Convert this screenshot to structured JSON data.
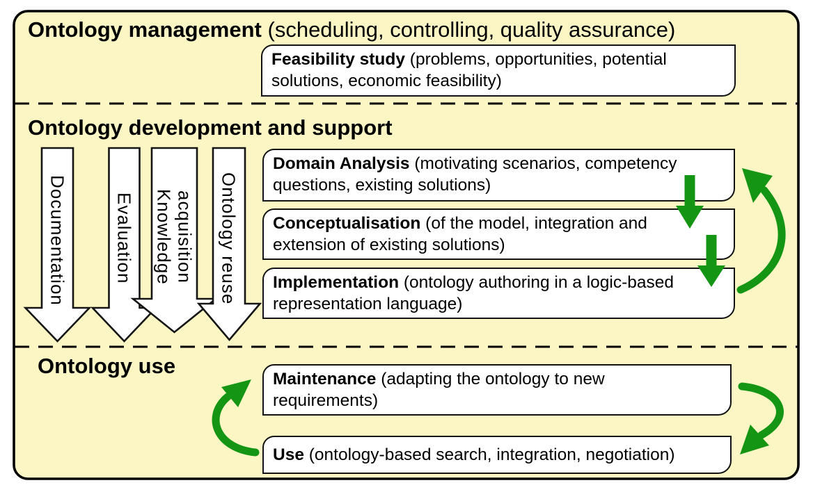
{
  "diagram": {
    "panel_color": "#FBF6C4",
    "box_color": "#FFFFFF",
    "outline_color": "#000000",
    "flow_arrow_color": "#149614",
    "sections": [
      {
        "id": "management",
        "title": "Ontology management",
        "subtitle": "(scheduling, controlling, quality assurance)"
      },
      {
        "id": "development",
        "title": "Ontology development and support",
        "subtitle": ""
      },
      {
        "id": "use",
        "title": "Ontology use",
        "subtitle": ""
      }
    ],
    "support_arrows": [
      {
        "label": "Documentation"
      },
      {
        "label": "Evaluation"
      },
      {
        "label": "Knowledge\nacquisition"
      },
      {
        "label": "Ontology reuse"
      }
    ],
    "boxes": {
      "feasibility": {
        "title": "Feasibility study",
        "desc": "(problems, opportunities, potential\nsolutions, economic feasibility)"
      },
      "domain_analysis": {
        "title": "Domain Analysis",
        "desc": "(motivating scenarios, competency\nquestions, existing solutions)"
      },
      "conceptualisation": {
        "title": "Conceptualisation",
        "desc": "(of the model, integration and\nextension of existing solutions)"
      },
      "implementation": {
        "title": "Implementation",
        "desc": "(ontology authoring in a logic-based\nrepresentation language)"
      },
      "maintenance": {
        "title": "Maintenance",
        "desc": "(adapting the ontology to new\nrequirements)"
      },
      "use": {
        "title": "Use",
        "desc": "(ontology-based search, integration, negotiation)"
      }
    }
  }
}
